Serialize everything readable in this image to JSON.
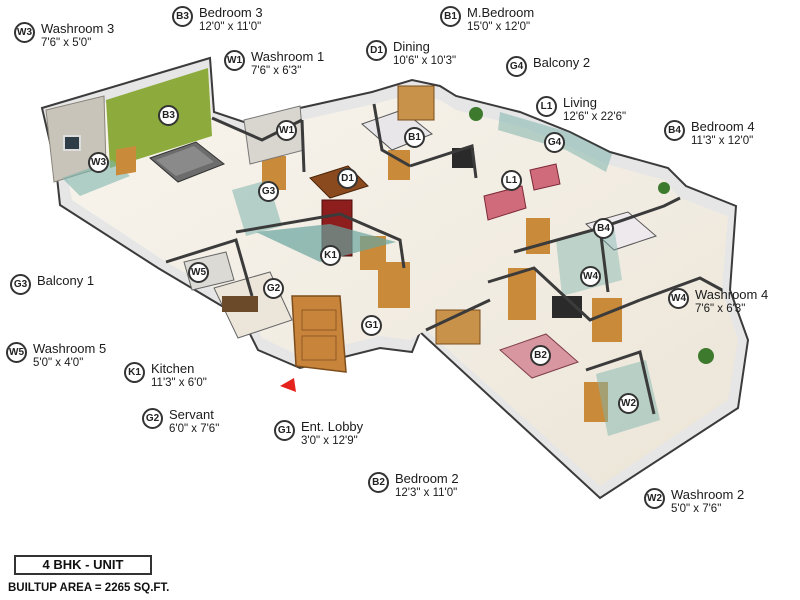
{
  "rooms": [
    {
      "code": "W3",
      "name": "Washroom 3",
      "dim": "7'6\" x 5'0\""
    },
    {
      "code": "B3",
      "name": "Bedroom 3",
      "dim": "12'0\" x 11'0\""
    },
    {
      "code": "B1",
      "name": "M.Bedroom",
      "dim": "15'0\" x 12'0\""
    },
    {
      "code": "W1",
      "name": "Washroom 1",
      "dim": "7'6\" x 6'3\""
    },
    {
      "code": "D1",
      "name": "Dining",
      "dim": "10'6\" x 10'3\""
    },
    {
      "code": "G4",
      "name": "Balcony 2",
      "dim": ""
    },
    {
      "code": "L1",
      "name": "Living",
      "dim": "12'6\" x 22'6\""
    },
    {
      "code": "B4",
      "name": "Bedroom 4",
      "dim": "11'3\" x 12'0\""
    },
    {
      "code": "G3",
      "name": "Balcony 1",
      "dim": ""
    },
    {
      "code": "W4",
      "name": "Washroom 4",
      "dim": "7'6\" x 6'3\""
    },
    {
      "code": "W5",
      "name": "Washroom 5",
      "dim": "5'0\" x 4'0\""
    },
    {
      "code": "K1",
      "name": "Kitchen",
      "dim": "11'3\" x 6'0\""
    },
    {
      "code": "G2",
      "name": "Servant",
      "dim": "6'0\" x 7'6\""
    },
    {
      "code": "G1",
      "name": "Ent. Lobby",
      "dim": "3'0\" x 12'9\""
    },
    {
      "code": "B2",
      "name": "Bedroom 2",
      "dim": "12'3\" x 11'0\""
    },
    {
      "code": "W2",
      "name": "Washroom 2",
      "dim": "5'0\" x 7'6\""
    }
  ],
  "markers": [
    "W3",
    "B3",
    "W1",
    "B1",
    "D1",
    "G3",
    "L1",
    "G4",
    "B4",
    "K1",
    "W5",
    "G2",
    "W4",
    "G1",
    "B2",
    "W2"
  ],
  "footer": {
    "unit": "4 BHK - UNIT",
    "area": "BUILTUP AREA = 2265 SQ.FT."
  },
  "colors": {
    "wall": "#f3f3f3",
    "floor": "#f4efe6",
    "wood": "#c98a3a",
    "accent_green": "#8dab3c",
    "glass": "#7fb5ad",
    "entry_arrow": "#e5221c"
  }
}
